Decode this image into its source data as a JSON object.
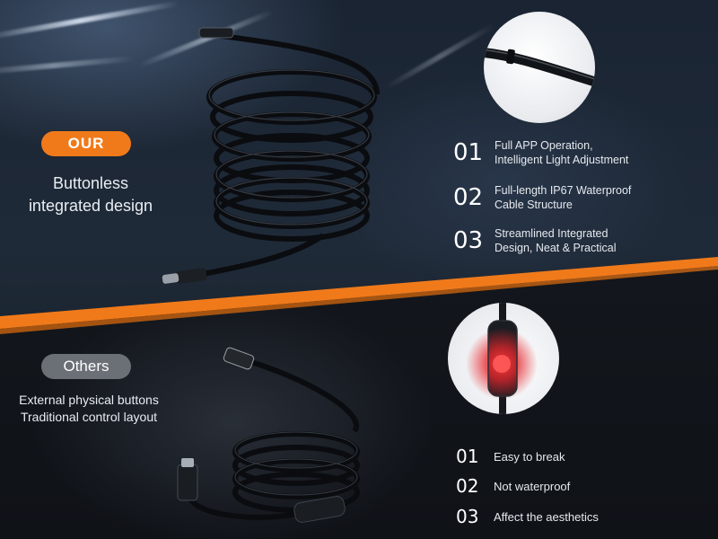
{
  "ours": {
    "badge": "OUR",
    "tagline_lines": [
      "Buttonless",
      "integrated design"
    ],
    "features": [
      {
        "num": "01",
        "lines": [
          "Full APP Operation,",
          "Intelligent Light Adjustment"
        ]
      },
      {
        "num": "02",
        "lines": [
          "Full-length IP67 Waterproof",
          "Cable Structure"
        ]
      },
      {
        "num": "03",
        "lines": [
          "Streamlined Integrated",
          "Design, Neat & Practical"
        ]
      }
    ]
  },
  "others": {
    "badge": "Others",
    "tagline_lines": [
      "External physical buttons",
      "Traditional control layout"
    ],
    "drawbacks": [
      {
        "num": "01",
        "text": "Easy to break"
      },
      {
        "num": "02",
        "text": "Not waterproof"
      },
      {
        "num": "03",
        "text": "Affect the aesthetics"
      }
    ]
  },
  "colors": {
    "accent_orange": "#f07a1a",
    "others_grey": "#6b6f76",
    "button_red": "#e5262c"
  },
  "icons": {
    "ours_product": "coiled-endoscope-cable",
    "others_product": "coiled-endoscope-cable-with-button",
    "ours_closeup": "seamless-cable-closeup",
    "others_closeup": "red-button-closeup"
  }
}
